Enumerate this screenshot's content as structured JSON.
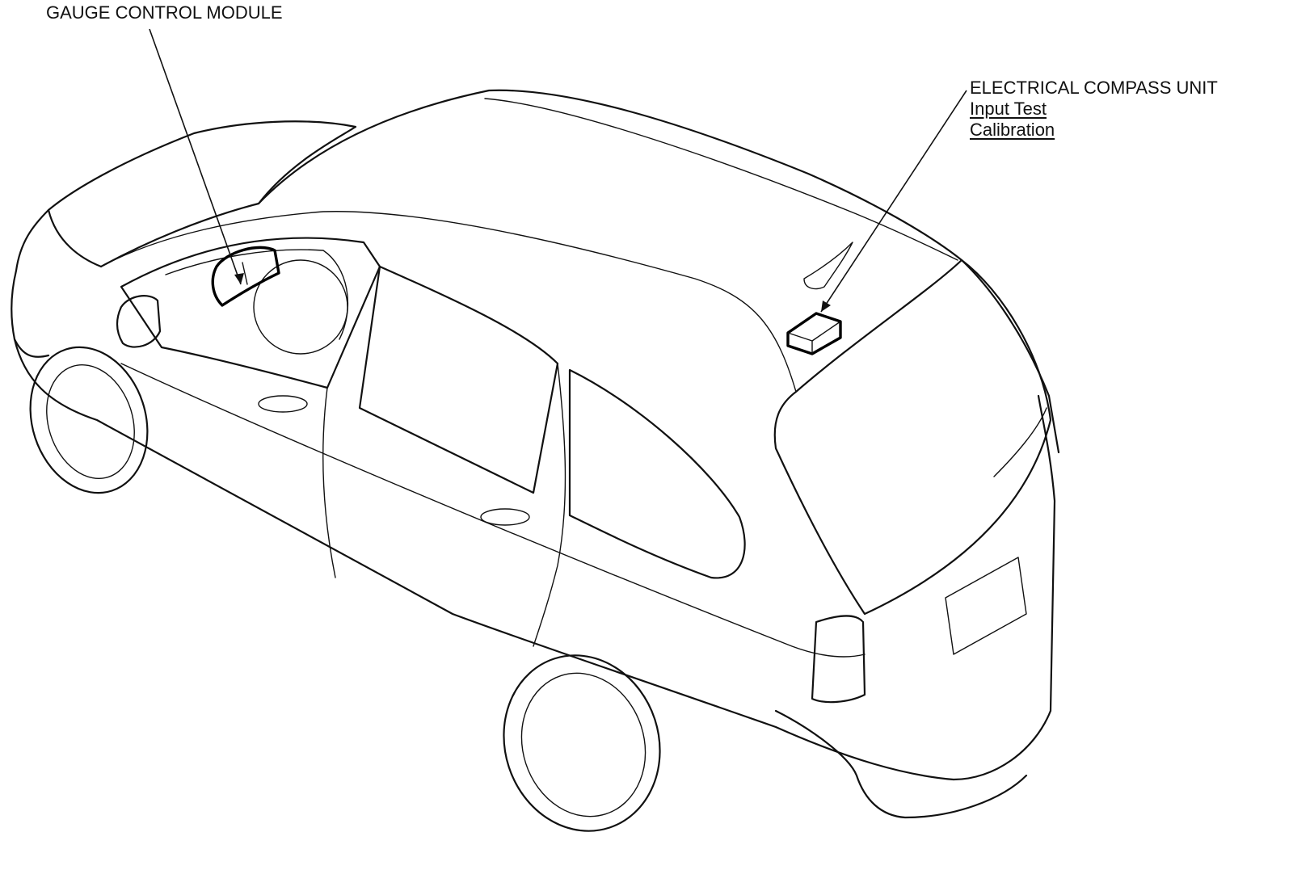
{
  "callouts": {
    "gauge_control_module": {
      "label": "GAUGE CONTROL MODULE"
    },
    "electrical_compass_unit": {
      "label": "ELECTRICAL COMPASS UNIT",
      "links": [
        "Input Test",
        "Calibration"
      ]
    }
  },
  "colors": {
    "line": "#111111",
    "background": "#ffffff"
  }
}
